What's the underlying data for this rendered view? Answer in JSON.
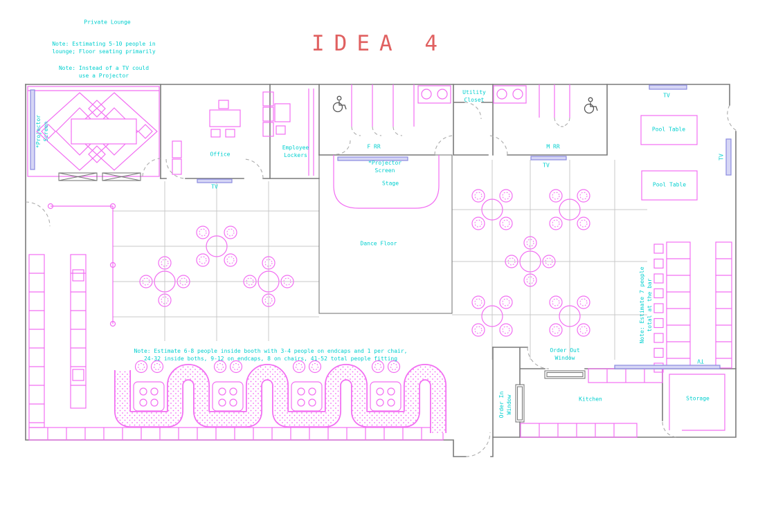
{
  "title": "IDEA 4",
  "areas": {
    "private_lounge": "Private Lounge",
    "office": "Office",
    "employee_lockers": "Employee\nLockers",
    "f_rr": "F RR",
    "utility_closet": "Utility\nCloset",
    "m_rr": "M RR",
    "stage": "Stage",
    "dance_floor": "Dance Floor",
    "kitchen": "Kitchen",
    "storage": "Storage"
  },
  "fixtures": {
    "tv": "TV",
    "pool_table": "Pool Table",
    "projector_screen": "*Projector\nScreen",
    "order_out_window": "Order Out\nWindow",
    "order_in_window": "Order In\nWindow"
  },
  "notes": {
    "lounge_capacity": "Note: Estimating 5-10 people in\nlounge; Floor seating primarily",
    "lounge_projector": "Note: Instead of a TV could\nuse a Projector",
    "booth_capacity": "Note: Estimate 6-8 people inside booth with 3-4 people on endcaps and 1 per chair,\n24-32 inside boths, 9-12 on endcaps, 8 on chairs, 41-52 total people fitting",
    "bar_capacity": "Note: Estimate 7 people\ntotal at the bar"
  },
  "colors": {
    "magenta": "#F26DF2",
    "cyan": "#00CFCF",
    "wall": "#7A7A7A",
    "grid": "#C9C9C9",
    "door": "#ABABAB",
    "blue": "#8A8AE0",
    "bluefill": "#D6D6F5",
    "title": "#E06060"
  }
}
